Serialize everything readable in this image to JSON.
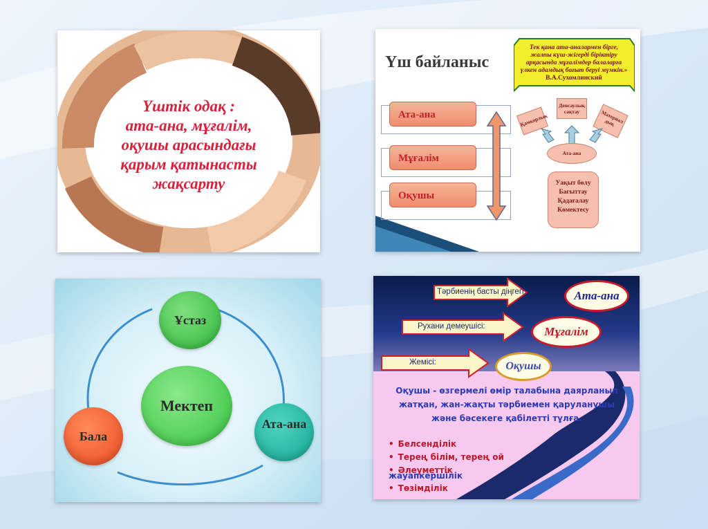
{
  "slide1": {
    "lines": [
      "Үштік одақ :",
      "ата-ана, мұғалім,",
      "оқушы арасындағы",
      "қарым қатынасты",
      "жақсарту"
    ]
  },
  "slide2": {
    "title": "Үш байланыс",
    "quote": "Тек қана ата-аналармен бірге, жалпы күш-жігерді біріктіру арқасында мұғалімдер балаларға үлкен адамдық бағыт беруі мүмкін.»",
    "author": "В.А.Сухомлинский",
    "boxes": [
      "Ата-ана",
      "Мұғалім",
      "Оқушы"
    ],
    "small": [
      "Қамқорлық",
      "Денсаулық сақтау",
      "Материал дық"
    ],
    "center": "Ата-ана",
    "list": [
      "Уақыт бөлу",
      "Бағыттау",
      "Қадағалау",
      "Көмектесу"
    ]
  },
  "slide3": {
    "top": "Ұстаз",
    "center": "Мектеп",
    "left": "Бала",
    "right": "Ата-ана"
  },
  "slide4": {
    "arrows": [
      "Тәрбиенің басты діңгегі:",
      "Рухани демеушісі:",
      "Жемісі:"
    ],
    "ovals": [
      "Ата-ана",
      "Мұғалім",
      "Оқушы"
    ],
    "description": "Оқушы - өзгермелі өмір талабына даярланып жатқан, жан-жақты тәрбиемен қаруланушы және бәсекеге қабілетті тұлға.",
    "bullets": [
      "Белсенділік",
      "Терең білім, терең ой",
      "Әлеуметтік"
    ],
    "extra": "жауапкершілік",
    "bullets2": [
      "Төзімділік"
    ]
  },
  "colors": {
    "accent_red": "#d8213b",
    "slide4_blue": "#2b3bb8",
    "green": "#3ec64a",
    "orange": "#f0562a",
    "teal": "#22b3a0"
  }
}
